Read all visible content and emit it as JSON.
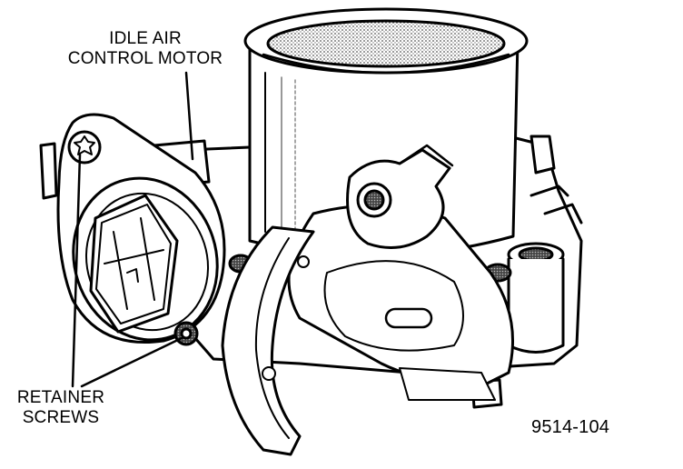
{
  "labels": {
    "idle_air_line1": "IDLE AIR",
    "idle_air_line2": "CONTROL MOTOR",
    "retainer_line1": "RETAINER",
    "retainer_line2": "SCREWS"
  },
  "figure_id": "9514-104",
  "colors": {
    "ink": "#000000",
    "paper": "#ffffff",
    "shade": "#9a9a9a"
  }
}
